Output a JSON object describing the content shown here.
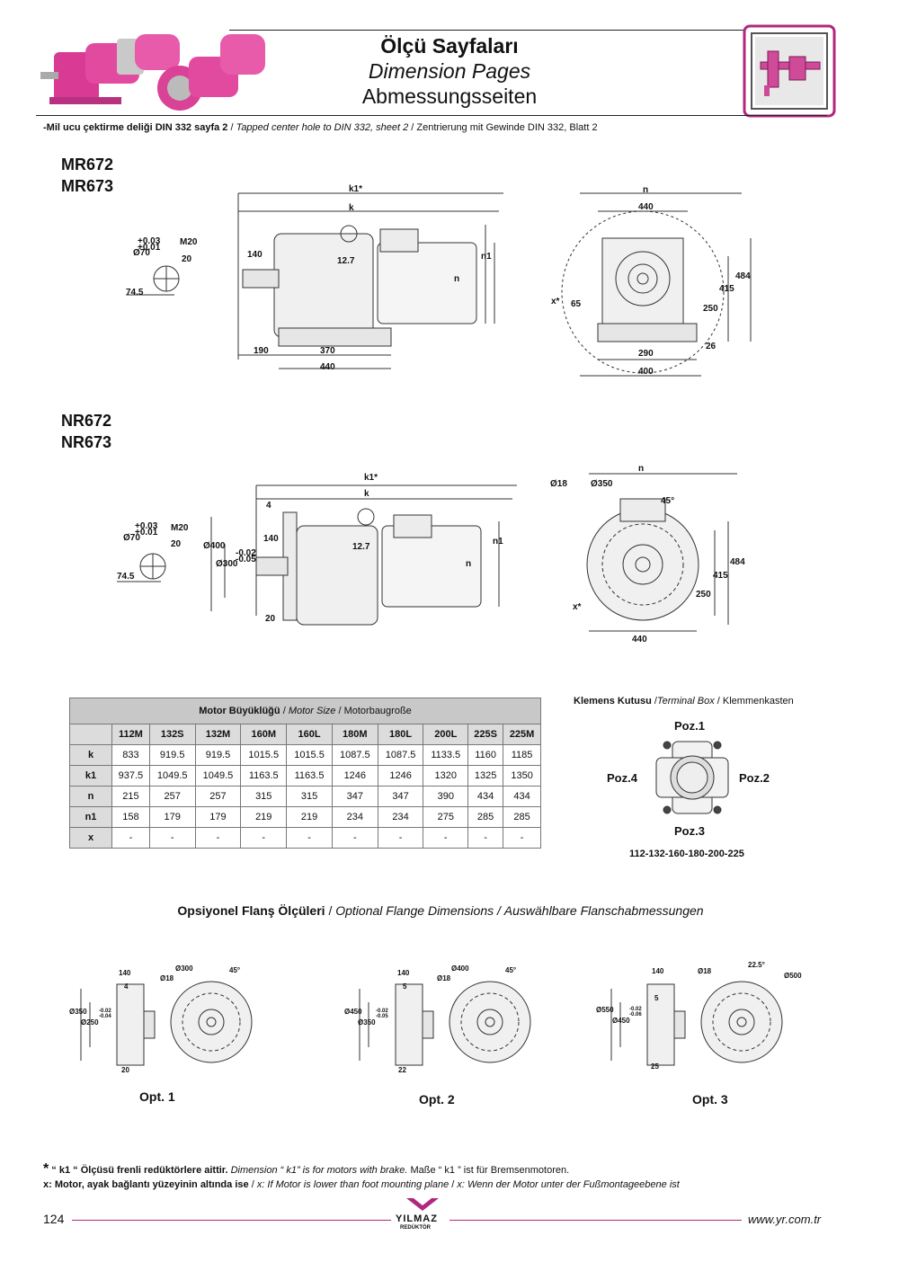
{
  "header": {
    "title_tr": "Ölçü Sayfaları",
    "title_en": "Dimension Pages",
    "title_de": "Abmessungsseiten",
    "subtitle_tr": "-Mil ucu çektirme deliği DIN 332 sayfa 2",
    "subtitle_en": "Tapped center hole to DIN 332, sheet 2",
    "subtitle_de": "Zentrierung mit Gewinde DIN 332, Blatt 2",
    "sep": "/"
  },
  "models": {
    "mr_1": "MR672",
    "mr_2": "MR673",
    "nr_1": "NR672",
    "nr_2": "NR673"
  },
  "dims_mr": {
    "k1": "k1*",
    "k": "k",
    "d_shaft": "Ø70",
    "tol_up": "+0.03",
    "tol_dn": "+0.01",
    "thread": "M20",
    "d20": "20",
    "d745": "74.5",
    "d140": "140",
    "d127": "12.7",
    "n": "n",
    "n1": "n1",
    "d190": "190",
    "d370": "370",
    "d440a": "440",
    "nb": "n",
    "d440b": "440",
    "x": "x*",
    "d65": "65",
    "d484": "484",
    "d415": "415",
    "d250": "250",
    "d26": "26",
    "d290": "290",
    "d400": "400"
  },
  "dims_nr": {
    "k1": "k1*",
    "k": "k",
    "d4": "4",
    "d_shaft": "Ø70",
    "tol_up": "+0.03",
    "tol_dn": "+0.01",
    "thread": "M20",
    "d20": "20",
    "d745": "74.5",
    "d400": "Ø400",
    "d300": "Ø300",
    "tol_up2": "-0.02",
    "tol_dn2": "-0.05",
    "d140": "140",
    "d127": "12.7",
    "n": "n",
    "n1": "n1",
    "d20b": "20",
    "d18": "Ø18",
    "d350": "Ø350",
    "deg": "45°",
    "nb": "n",
    "d484": "484",
    "d415": "415",
    "d250": "250",
    "x": "x*",
    "d440": "440"
  },
  "table": {
    "caption_tr": "Motor Büyüklüğü",
    "caption_en": "Motor Size",
    "caption_de": "Motorbaugroße",
    "columns": [
      "112M",
      "132S",
      "132M",
      "160M",
      "160L",
      "180M",
      "180L",
      "200L",
      "225S",
      "225M"
    ],
    "rows": [
      {
        "label": "k",
        "values": [
          "833",
          "919.5",
          "919.5",
          "1015.5",
          "1015.5",
          "1087.5",
          "1087.5",
          "1133.5",
          "1160",
          "1185"
        ]
      },
      {
        "label": "k1",
        "values": [
          "937.5",
          "1049.5",
          "1049.5",
          "1163.5",
          "1163.5",
          "1246",
          "1246",
          "1320",
          "1325",
          "1350"
        ]
      },
      {
        "label": "n",
        "values": [
          "215",
          "257",
          "257",
          "315",
          "315",
          "347",
          "347",
          "390",
          "434",
          "434"
        ]
      },
      {
        "label": "n1",
        "values": [
          "158",
          "179",
          "179",
          "219",
          "219",
          "234",
          "234",
          "275",
          "285",
          "285"
        ]
      },
      {
        "label": "x",
        "values": [
          "-",
          "-",
          "-",
          "-",
          "-",
          "-",
          "-",
          "-",
          "-",
          "-"
        ]
      }
    ]
  },
  "terminal_box": {
    "title_tr": "Klemens Kutusu",
    "title_en": "Terminal Box",
    "title_de": "Klemmenkasten",
    "poz1": "Poz.1",
    "poz2": "Poz.2",
    "poz3": "Poz.3",
    "poz4": "Poz.4",
    "sizes": "112-132-160-180-200-225"
  },
  "flange": {
    "title_tr": "Opsiyonel Flanş Ölçüleri",
    "title_en": "Optional Flange Dimensions",
    "title_de": "Auswählbare Flanschabmessungen",
    "opt1": {
      "label": "Opt. 1",
      "a": "140",
      "b": "4",
      "outer": "Ø350",
      "inner": "Ø250",
      "tol_up": "-0.02",
      "tol_dn": "-0.04",
      "bottom": "20",
      "hole": "Ø18",
      "pcd": "Ø300",
      "deg": "45°"
    },
    "opt2": {
      "label": "Opt. 2",
      "a": "140",
      "b": "5",
      "outer": "Ø450",
      "inner": "Ø350",
      "tol_up": "-0.02",
      "tol_dn": "-0.05",
      "bottom": "22",
      "hole": "Ø18",
      "pcd": "Ø400",
      "deg": "45°"
    },
    "opt3": {
      "label": "Opt. 3",
      "a": "140",
      "b": "5",
      "outer": "Ø550",
      "inner": "Ø450",
      "tol_up": "-0.02",
      "tol_dn": "-0.06",
      "bottom": "25",
      "hole": "Ø18",
      "pcd": "Ø500",
      "deg": "22.5°"
    }
  },
  "footnotes": {
    "star": "*",
    "k1_tr": "“ k1 “ Ölçüsü frenli redüktörlere aittir.",
    "k1_en": "Dimension “ k1” is for motors with brake.",
    "k1_de": "Maße “ k1 ” ist für Bremsenmotoren.",
    "x_tr": "x: Motor, ayak bağlantı yüzeyinin altında ise",
    "x_en": "x: If Motor is lower than foot mounting plane",
    "x_de": "x: Wenn der Motor unter der Fußmontageebene ist"
  },
  "footer": {
    "page": "124",
    "brand": "YILMAZ",
    "brand_sub": "REDÜKTÖR",
    "url": "www.yr.com.tr"
  },
  "colors": {
    "accent": "#b0287e",
    "motor_pink": "#e0409a",
    "table_header": "#c8c8c8"
  }
}
